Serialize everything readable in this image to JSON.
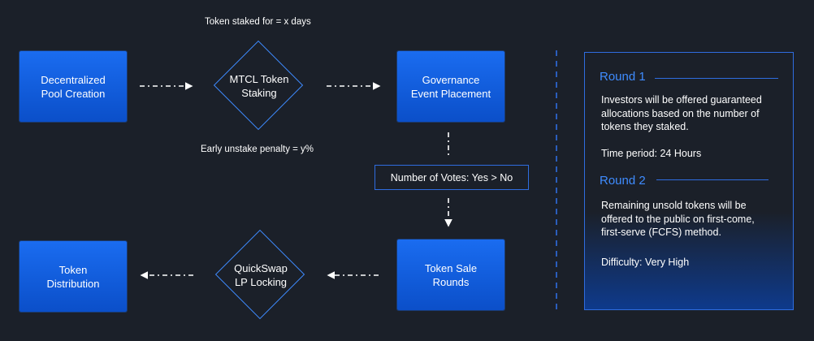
{
  "diagram": {
    "boxes": {
      "pool_creation": "Decentralized\nPool Creation",
      "governance": "Governance\nEvent Placement",
      "token_sale": "Token Sale\nRounds",
      "token_distribution": "Token\nDistribution"
    },
    "decisions": {
      "staking": "MTCL Token\nStaking",
      "lp_locking": "QuickSwap\nLP Locking"
    },
    "captions": {
      "staked_for": "Token staked for = x days",
      "unstake_penalty": "Early unstake penalty = y%"
    },
    "votes_condition": "Number of Votes: Yes > No"
  },
  "rounds_panel": {
    "round1": {
      "title": "Round 1",
      "description": "Investors will be offered guaranteed\nallocations based on the number of\ntokens they staked.",
      "detail": "Time period: 24 Hours"
    },
    "round2": {
      "title": "Round 2",
      "description": "Remaining unsold tokens will be\noffered to the public on first-come,\nfirst-serve (FCFS) method.",
      "detail": "Difficulty: Very High"
    }
  },
  "colors": {
    "background": "#1b2029",
    "box_fill": "#1a6cf0",
    "accent": "#3f8cff"
  }
}
